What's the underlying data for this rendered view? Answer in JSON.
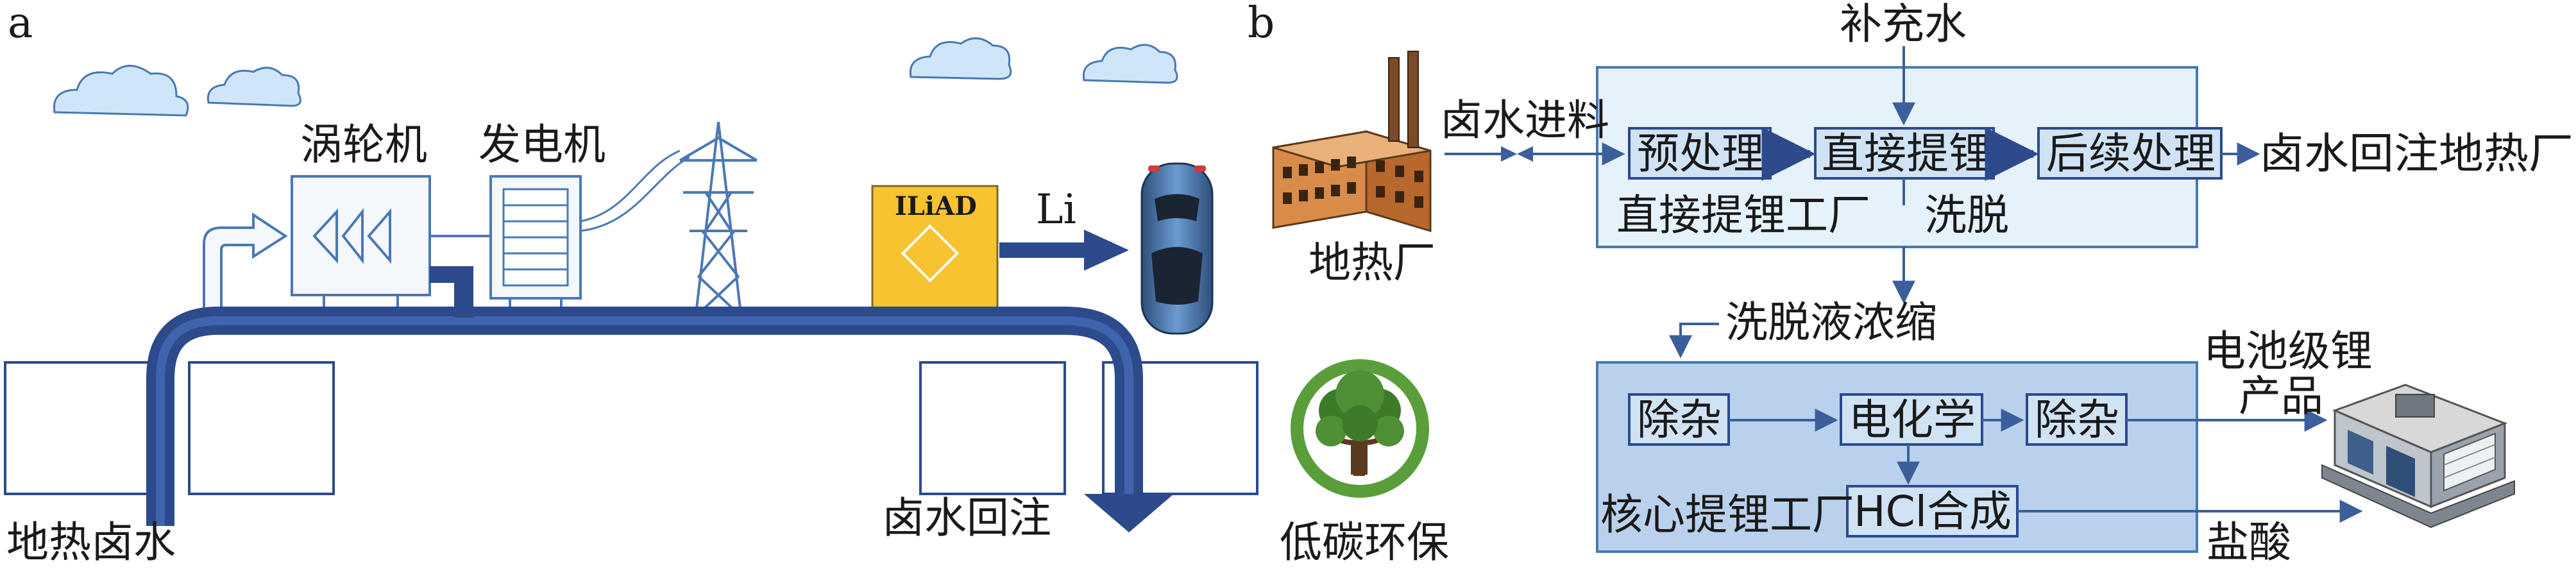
{
  "panel_a": {
    "letter": "a",
    "turbine": "涡轮机",
    "generator": "发电机",
    "iliad": "ILiAD",
    "li": "Li",
    "brine_in": "地热卤水",
    "reinjection": "卤水回注",
    "low_carbon": "低碳环保"
  },
  "panel_b": {
    "letter": "b",
    "geothermal_plant": "地热厂",
    "makeup_water": "补充水",
    "brine_feed": "卤水进料",
    "pretreatment": "预处理",
    "direct_extraction": "直接提锂",
    "post_treatment": "后续处理",
    "return_to_plant": "卤水回注地热厂",
    "dle_plant": "直接提锂工厂",
    "elution": "洗脱",
    "eluate_concentration": "洗脱液浓缩",
    "impurity_removal_1": "除杂",
    "electrochemistry": "电化学",
    "impurity_removal_2": "除杂",
    "battery_grade_li_line1": "电池级锂",
    "battery_grade_li_line2": "产品",
    "core_plant": "核心提锂工厂",
    "hcl_synthesis": "HCl合成",
    "hydrochloric_acid": "盐酸"
  },
  "colors": {
    "pipe": "#2c4a8c",
    "box_light": "#e6f2fb",
    "box_core": "#b9d1ec",
    "box_border": "#4a78b5",
    "iliad_yellow": "#f7c331",
    "tree_green": "#5a9e3c"
  }
}
